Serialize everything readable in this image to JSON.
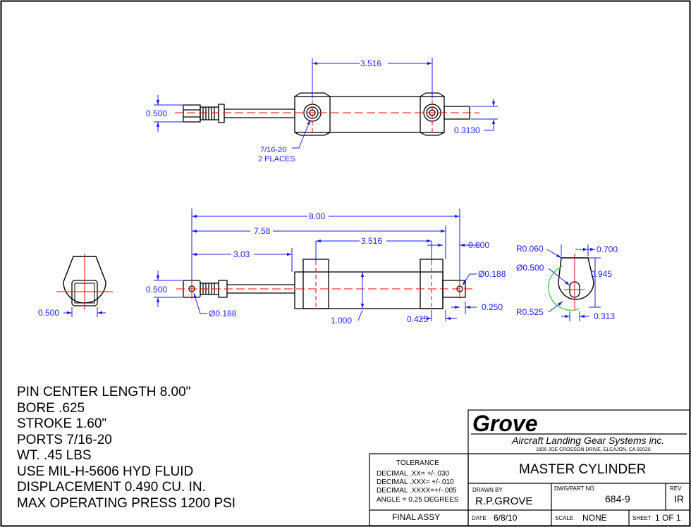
{
  "notes": [
    "PIN CENTER LENGTH 8.00\"",
    "BORE .625",
    "STROKE 1.60\"",
    "PORTS  7/16-20",
    "WT.  .45 LBS",
    "USE MIL-H-5606 HYD FLUID",
    "DISPLACEMENT 0.490 CU. IN.",
    "MAX OPERATING PRESS 1200 PSI"
  ],
  "dims": {
    "top_length": "3.516",
    "top_height": "0.500",
    "top_pin": "0.3130",
    "port_note_1": "7/16-20",
    "port_note_2": "2 PLACES",
    "overall": "8.00",
    "len_758": "7.58",
    "len_303": "3.03",
    "len_3516": "3.516",
    "len_0800": "0.800",
    "side_height": "0.500",
    "hole_left": "Ø0.188",
    "hole_right": "Ø0.188",
    "body_height": "1.000",
    "flange": "0.425",
    "tip": "0.250",
    "end_width": "0.500",
    "r_0060": "R0.060",
    "w_0700": "0.700",
    "d_0500": "Ø0.500",
    "h_0945": "0.945",
    "r_0525": "R0.525",
    "w_0313": "0.313"
  },
  "title_block": {
    "company": "Grove",
    "company_sub": "Aircraft Landing Gear Systems inc.",
    "address": "1800 JOE CROSSON DRIVE, ELCAJON, CA 92020",
    "tolerance_title": "TOLERANCE",
    "tol_1": "DECIMAL  .XX=  +/-.030",
    "tol_2": "DECIMAL  .XXX= +/-.010",
    "tol_3": "DECIMAL  .XXXX=+/-.005",
    "tol_4": "ANGLE = 0.25 DEGREES",
    "title": "MASTER CYLINDER",
    "drawn_by_label": "DRAWN  BY",
    "drawn_by": "R.P.GROVE",
    "dwg_label": "DWG/PART  NO.",
    "dwg": "684-9",
    "rev_label": "REV",
    "rev": "IR",
    "final": "FINAL ASSY",
    "date_label": "DATE",
    "date": "6/8/10",
    "scale_label": "SCALE",
    "scale": "NONE",
    "sheet_label": "SHEET",
    "sheet": "1 OF 1"
  },
  "colors": {
    "dimension": "#1a1aff",
    "centerline": "#ff0000",
    "outline": "#000000",
    "highlight": "#33cc33"
  }
}
